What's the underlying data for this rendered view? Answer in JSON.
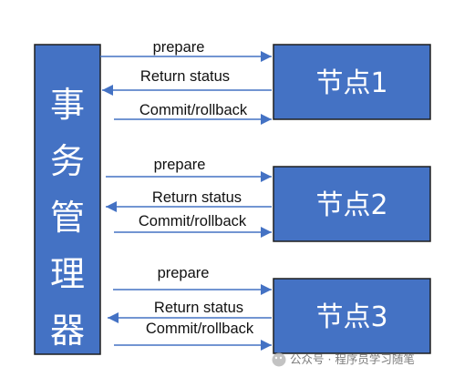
{
  "manager": {
    "chars": [
      "事",
      "务",
      "管",
      "理",
      "器"
    ]
  },
  "nodes": [
    {
      "label": "节点1",
      "messages": {
        "prepare": "prepare",
        "return": "Return status",
        "commit": "Commit/rollback"
      }
    },
    {
      "label": "节点2",
      "messages": {
        "prepare": "prepare",
        "return": "Return status",
        "commit": "Commit/rollback"
      }
    },
    {
      "label": "节点3",
      "messages": {
        "prepare": "prepare",
        "return": "Return status",
        "commit": "Commit/rollback"
      }
    }
  ],
  "watermark": {
    "text": "公众号 · 程序员学习随笔"
  },
  "colors": {
    "box_fill": "#4472c4",
    "box_stroke": "#1f1f1f",
    "arrow": "#4472c4",
    "text_dark": "#111111"
  }
}
